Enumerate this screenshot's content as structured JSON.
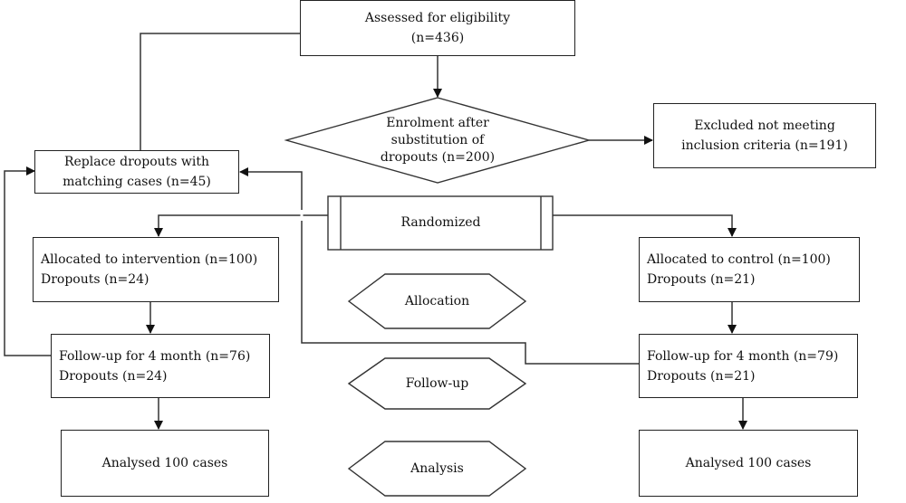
{
  "boxes": {
    "eligibility": [
      "Assessed for eligibility",
      "(n=436)"
    ],
    "enrolment": [
      "Enrolment after",
      "substitution of",
      "dropouts (n=200)"
    ],
    "excluded": [
      "Excluded not meeting",
      "inclusion criteria (n=191)"
    ],
    "replace": [
      "Replace dropouts with",
      "matching cases (n=45)"
    ],
    "randomized": "Randomized",
    "intervention": [
      "Allocated to intervention (n=100)",
      "Dropouts (n=24)"
    ],
    "control": [
      "Allocated to control (n=100)",
      "Dropouts (n=21)"
    ],
    "followup_left": [
      "Follow-up for 4 month (n=76)",
      "Dropouts (n=24)"
    ],
    "followup_right": [
      "Follow-up for 4 month (n=79)",
      "Dropouts (n=21)"
    ],
    "analysed_left": "Analysed 100 cases",
    "analysed_right": "Analysed 100 cases"
  },
  "stages": {
    "allocation": "Allocation",
    "followup": "Follow-up",
    "analysis": "Analysis"
  }
}
